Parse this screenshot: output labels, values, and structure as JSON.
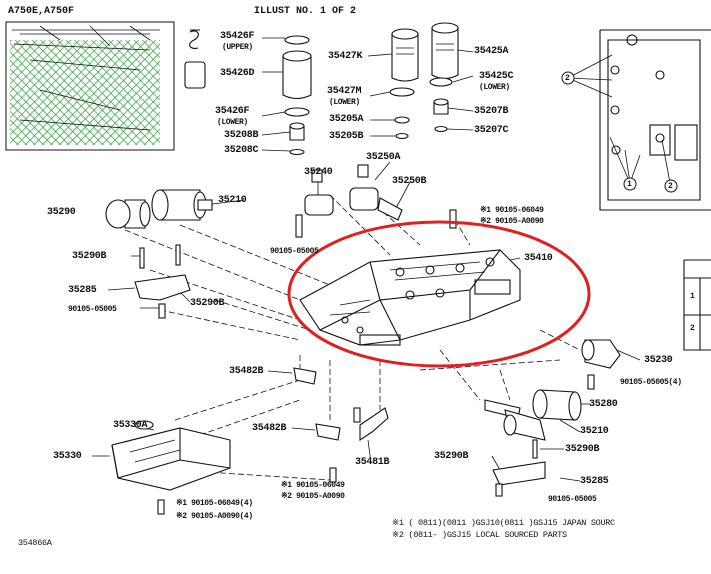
{
  "header": {
    "model": "A750E,A750F",
    "illust": "ILLUST NO.  1 OF 2"
  },
  "parts": {
    "p35426f_upper": "35426F",
    "p35426f_upper_sub": "(UPPER)",
    "p35426d": "35426D",
    "p35426f_lower": "35426F",
    "p35426f_lower_sub": "(LOWER)",
    "p35208b": "35208B",
    "p35208c": "35208C",
    "p35427k": "35427K",
    "p35427m": "35427M",
    "p35427m_sub": "(LOWER)",
    "p35205a": "35205A",
    "p35205b": "35205B",
    "p35425a": "35425A",
    "p35425c": "35425C",
    "p35425c_sub": "(LOWER)",
    "p35207b": "35207B",
    "p35207c": "35207C",
    "p35250a": "35250A",
    "p35240": "35240",
    "p35250b": "35250B",
    "p35290_top": "35290",
    "p35210_top": "35210",
    "bolt_top1": "※1 90105-06049",
    "bolt_top2": "※2 90105-A0090",
    "p90105_05005_a": "90105-05005",
    "p35290b_left": "35290B",
    "p35285_left": "35285",
    "p35290b_left2": "35290B",
    "p90105_05005_b": "90105-05005",
    "p35410": "35410",
    "p35230": "35230",
    "p90105_05005_c": "90105-05005(4)",
    "p35482b_a": "35482B",
    "p35280": "35280",
    "p35210_bottom": "35210",
    "p35290b_right": "35290B",
    "p35290b_mid": "35290B",
    "p35285_right": "35285",
    "p90105_05005_d": "90105-05005",
    "p35330a": "35330A",
    "p35330": "35330",
    "p35482b_b": "35482B",
    "p35481b": "35481B",
    "bolt_mid1": "※1 90105-06049",
    "bolt_mid2": "※2 90105-A0090",
    "bolt_bot1": "※1 90105-06049(4)",
    "bolt_bot2": "※2 90105-A0090(4)",
    "callout_1": "1",
    "callout_2": "2",
    "table_row1": "1",
    "table_row2": "2"
  },
  "notes": {
    "note1": "※1 (      0811)(0811      )GSJ10(0811      )GSJ15 JAPAN SOURC",
    "note2": "※2 (0811-      )GSJ15 LOCAL SOURCED PARTS"
  },
  "footer": {
    "ref": "354866A"
  },
  "colors": {
    "highlight_circle": "#e02020",
    "inset_hatch": "#2e9d3a",
    "line": "#111111"
  }
}
